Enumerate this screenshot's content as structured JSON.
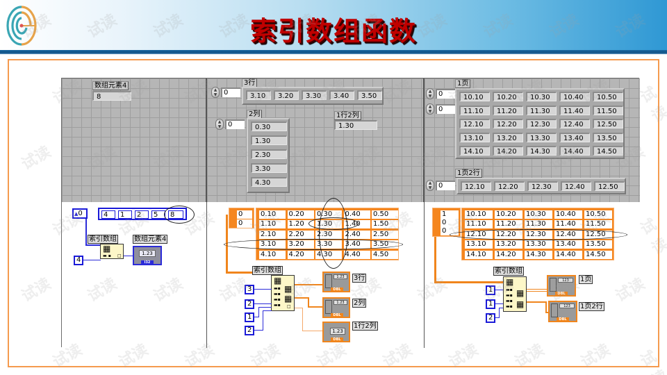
{
  "header": {
    "title": "索引数组函数",
    "logo_icon": "maze-circle-logo",
    "colors": {
      "title": "#c00000",
      "frame": "#f59a4e",
      "wire_orange": "#f0851c",
      "wire_blue": "#2b2bd8"
    }
  },
  "watermark": "试读",
  "panel1": {
    "front": {
      "label": "数组元素4",
      "value": "8"
    },
    "diagram": {
      "index_display": "0",
      "array_values": [
        "4",
        "1",
        "2",
        "5",
        "8"
      ],
      "node_label": "索引数组",
      "indicator_label": "数组元素4",
      "index_const": "4",
      "indicator_text": "1.23",
      "indicator_foot": "I32"
    }
  },
  "panel2": {
    "front": {
      "row_label": "3行",
      "row_index": "0",
      "row_values": [
        "3.10",
        "3.20",
        "3.30",
        "3.40",
        "3.50"
      ],
      "col_label": "2列",
      "col_index": "0",
      "col_values": [
        "0.30",
        "1.30",
        "2.30",
        "3.30",
        "4.30"
      ],
      "elem_label": "1行2列",
      "elem_value": "1.30"
    },
    "diagram": {
      "indices": [
        "0",
        "0"
      ],
      "matrix": [
        [
          "0.10",
          "0.20",
          "0.30",
          "0.40",
          "0.50"
        ],
        [
          "1.10",
          "1.20",
          "1.30",
          "1.40",
          "1.50"
        ],
        [
          "2.10",
          "2.20",
          "2.30",
          "2.40",
          "2.50"
        ],
        [
          "3.10",
          "3.20",
          "3.30",
          "3.40",
          "3.50"
        ],
        [
          "4.10",
          "4.20",
          "4.30",
          "4.40",
          "4.50"
        ]
      ],
      "node_label": "索引数组",
      "consts": [
        "3",
        "2",
        "1",
        "2"
      ],
      "outputs": [
        "3行",
        "2列",
        "1行2列"
      ],
      "term_text": "1.23",
      "term_foot": "DBL"
    }
  },
  "panel3": {
    "front": {
      "page_label": "1页",
      "page_indices": [
        "0",
        "0"
      ],
      "page_matrix": [
        [
          "10.10",
          "10.20",
          "10.30",
          "10.40",
          "10.50"
        ],
        [
          "11.10",
          "11.20",
          "11.30",
          "11.40",
          "11.50"
        ],
        [
          "12.10",
          "12.20",
          "12.30",
          "12.40",
          "12.50"
        ],
        [
          "13.10",
          "13.20",
          "13.30",
          "13.40",
          "13.50"
        ],
        [
          "14.10",
          "14.20",
          "14.30",
          "14.40",
          "14.50"
        ]
      ],
      "row_label": "1页2行",
      "row_index": "0",
      "row_values": [
        "12.10",
        "12.20",
        "12.30",
        "12.40",
        "12.50"
      ]
    },
    "diagram": {
      "indices": [
        "1",
        "0",
        "0"
      ],
      "matrix": [
        [
          "10.10",
          "10.20",
          "10.30",
          "10.40",
          "10.50"
        ],
        [
          "11.10",
          "11.20",
          "11.30",
          "11.40",
          "11.50"
        ],
        [
          "12.10",
          "12.20",
          "12.30",
          "12.40",
          "12.50"
        ],
        [
          "13.10",
          "13.20",
          "13.30",
          "13.40",
          "13.50"
        ],
        [
          "14.10",
          "14.20",
          "14.30",
          "14.40",
          "14.50"
        ]
      ],
      "node_label": "索引数组",
      "consts": [
        "1",
        "1",
        "2"
      ],
      "outputs": [
        "1页",
        "1页2行"
      ],
      "term_text": "123",
      "term_foot": "DBL"
    }
  }
}
